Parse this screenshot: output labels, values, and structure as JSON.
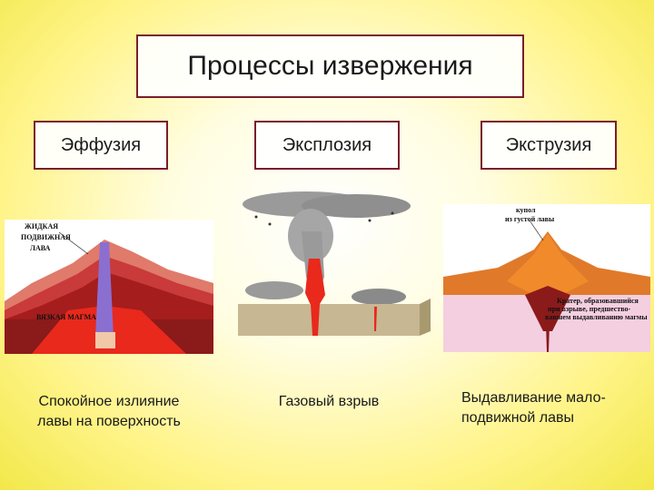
{
  "title": "Процессы извержения",
  "categories": [
    {
      "label": "Эффузия",
      "description": "Спокойное излияние лавы на поверхность",
      "description_line1": "Спокойное излияние",
      "description_line2": "лавы на поверхность",
      "diagram_labels": [
        "ЖИДКАЯ",
        "ПОДВИЖНАЯ",
        "ЛАВА",
        "ВЯЗКАЯ МАГМА"
      ]
    },
    {
      "label": "Эксплозия",
      "description": "Газовый взрыв"
    },
    {
      "label": "Экструзия",
      "description": "Выдавливание мало-подвижной лавы",
      "description_line1": "Выдавливание мало-",
      "description_line2": "подвижной лавы",
      "diagram_labels": [
        "купол",
        "из густой лавы",
        "Кратер, образовавшийся",
        "при взрыве, предшество-",
        "вавшем выдавливанию магмы"
      ]
    }
  ],
  "colors": {
    "frame": "#7a1e2c",
    "lava": "#e8291c",
    "magma_channel": "#8a6fd1",
    "rock_dark": "#8b1a1a",
    "ash": "#9a9a9a"
  }
}
